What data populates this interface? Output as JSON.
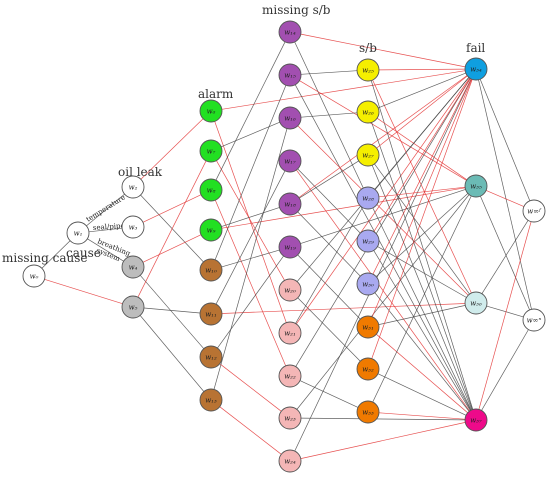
{
  "column_titles": {
    "missing_cause": "missing cause",
    "cause": "cause",
    "oil_leak": "oil leak",
    "alarm": "alarm",
    "missing_sb": "missing s/b",
    "sb": "s/b",
    "fail": "fail"
  },
  "edge_labels": {
    "temperature": "temperature",
    "seal_pipe": "seal/pipe",
    "breathing": "breathing",
    "system": "system"
  },
  "nodes": [
    {
      "id": "w0",
      "label": "w₀",
      "color": "#ffffff"
    },
    {
      "id": "w1",
      "label": "w₁",
      "color": "#ffffff"
    },
    {
      "id": "w2",
      "label": "w₂",
      "color": "#ffffff"
    },
    {
      "id": "w3",
      "label": "w₃",
      "color": "#ffffff"
    },
    {
      "id": "w4",
      "label": "w₄",
      "color": "#bdbdbd"
    },
    {
      "id": "w5",
      "label": "w₅",
      "color": "#bdbdbd"
    },
    {
      "id": "w6",
      "label": "w₆",
      "color": "#22e022"
    },
    {
      "id": "w7",
      "label": "w₇",
      "color": "#22e022"
    },
    {
      "id": "w8",
      "label": "w₈",
      "color": "#22e022"
    },
    {
      "id": "w9",
      "label": "w₉",
      "color": "#22e022"
    },
    {
      "id": "w10",
      "label": "w₁₀",
      "color": "#b87333"
    },
    {
      "id": "w11",
      "label": "w₁₁",
      "color": "#b87333"
    },
    {
      "id": "w12",
      "label": "w₁₂",
      "color": "#b87333"
    },
    {
      "id": "w13",
      "label": "w₁₃",
      "color": "#b87333"
    },
    {
      "id": "w14",
      "label": "w₁₄",
      "color": "#a24fb0"
    },
    {
      "id": "w15",
      "label": "w₁₅",
      "color": "#a24fb0"
    },
    {
      "id": "w16",
      "label": "w₁₆",
      "color": "#a24fb0"
    },
    {
      "id": "w17",
      "label": "w₁₇",
      "color": "#a24fb0"
    },
    {
      "id": "w18",
      "label": "w₁₈",
      "color": "#a24fb0"
    },
    {
      "id": "w19",
      "label": "w₁₉",
      "color": "#a24fb0"
    },
    {
      "id": "w20",
      "label": "w₂₀",
      "color": "#f4b6b6"
    },
    {
      "id": "w21",
      "label": "w₂₁",
      "color": "#f4b6b6"
    },
    {
      "id": "w22",
      "label": "w₂₂",
      "color": "#f4b6b6"
    },
    {
      "id": "w23",
      "label": "w₂₃",
      "color": "#f4b6b6"
    },
    {
      "id": "w24",
      "label": "w₂₄",
      "color": "#f4b6b6"
    },
    {
      "id": "w25",
      "label": "w₂₅",
      "color": "#f5ef00"
    },
    {
      "id": "w26",
      "label": "w₂₆",
      "color": "#f5ef00"
    },
    {
      "id": "w27",
      "label": "w₂₇",
      "color": "#f5ef00"
    },
    {
      "id": "w28",
      "label": "w₂₈",
      "color": "#a9a9f0"
    },
    {
      "id": "w29",
      "label": "w₂₉",
      "color": "#a9a9f0"
    },
    {
      "id": "w30",
      "label": "w₃₀",
      "color": "#a9a9f0"
    },
    {
      "id": "w31",
      "label": "w₃₁",
      "color": "#f07a00"
    },
    {
      "id": "w32",
      "label": "w₃₂",
      "color": "#f07a00"
    },
    {
      "id": "w33",
      "label": "w₃₃",
      "color": "#f07a00"
    },
    {
      "id": "w34",
      "label": "w₃₄",
      "color": "#0f9fe0"
    },
    {
      "id": "w35",
      "label": "w₃₅",
      "color": "#6bbbb5"
    },
    {
      "id": "w36",
      "label": "w₃₆",
      "color": "#d0ecec"
    },
    {
      "id": "w37",
      "label": "w₃₇",
      "color": "#ee0a8a"
    },
    {
      "id": "wf",
      "label": "w∞ᶠ",
      "color": "#ffffff"
    },
    {
      "id": "wn",
      "label": "w∞ⁿ",
      "color": "#ffffff"
    }
  ],
  "edges": [
    {
      "from": "w0",
      "to": "w1",
      "color": "#444444"
    },
    {
      "from": "w0",
      "to": "w5",
      "color": "#e33333"
    },
    {
      "from": "w1",
      "to": "w2",
      "color": "#444444"
    },
    {
      "from": "w1",
      "to": "w3",
      "color": "#444444"
    },
    {
      "from": "w1",
      "to": "w4",
      "color": "#444444"
    },
    {
      "from": "w2",
      "to": "w6",
      "color": "#e33333"
    },
    {
      "from": "w2",
      "to": "w10",
      "color": "#444444"
    },
    {
      "from": "w3",
      "to": "w8",
      "color": "#e33333"
    },
    {
      "from": "w4",
      "to": "w9",
      "color": "#e33333"
    },
    {
      "from": "w4",
      "to": "w12",
      "color": "#444444"
    },
    {
      "from": "w5",
      "to": "w11",
      "color": "#444444"
    },
    {
      "from": "w5",
      "to": "w7",
      "color": "#e33333"
    },
    {
      "from": "w5",
      "to": "w13",
      "color": "#444444"
    },
    {
      "from": "w6",
      "to": "w34",
      "color": "#e33333"
    },
    {
      "from": "w6",
      "to": "w21",
      "color": "#e33333"
    },
    {
      "from": "w7",
      "to": "w16",
      "color": "#444444"
    },
    {
      "from": "w7",
      "to": "w20",
      "color": "#e33333"
    },
    {
      "from": "w8",
      "to": "w14",
      "color": "#444444"
    },
    {
      "from": "w8",
      "to": "w22",
      "color": "#e33333"
    },
    {
      "from": "w9",
      "to": "w18",
      "color": "#444444"
    },
    {
      "from": "w9",
      "to": "w35",
      "color": "#e33333"
    },
    {
      "from": "w10",
      "to": "w15",
      "color": "#444444"
    },
    {
      "from": "w10",
      "to": "w19",
      "color": "#444444"
    },
    {
      "from": "w11",
      "to": "w17",
      "color": "#444444"
    },
    {
      "from": "w11",
      "to": "w36",
      "color": "#e33333"
    },
    {
      "from": "w12",
      "to": "w23",
      "color": "#e33333"
    },
    {
      "from": "w12",
      "to": "w19",
      "color": "#444444"
    },
    {
      "from": "w13",
      "to": "w24",
      "color": "#e33333"
    },
    {
      "from": "w13",
      "to": "w16",
      "color": "#444444"
    },
    {
      "from": "w14",
      "to": "w34",
      "color": "#e33333"
    },
    {
      "from": "w14",
      "to": "w28",
      "color": "#444444"
    },
    {
      "from": "w15",
      "to": "w25",
      "color": "#444444"
    },
    {
      "from": "w15",
      "to": "w35",
      "color": "#e33333"
    },
    {
      "from": "w15",
      "to": "w37",
      "color": "#444444"
    },
    {
      "from": "w16",
      "to": "w26",
      "color": "#444444"
    },
    {
      "from": "w16",
      "to": "w36",
      "color": "#e33333"
    },
    {
      "from": "w17",
      "to": "w29",
      "color": "#444444"
    },
    {
      "from": "w17",
      "to": "w37",
      "color": "#e33333"
    },
    {
      "from": "w18",
      "to": "w27",
      "color": "#444444"
    },
    {
      "from": "w18",
      "to": "w30",
      "color": "#444444"
    },
    {
      "from": "w18",
      "to": "w34",
      "color": "#e33333"
    },
    {
      "from": "w19",
      "to": "w31",
      "color": "#444444"
    },
    {
      "from": "w19",
      "to": "w35",
      "color": "#444444"
    },
    {
      "from": "w20",
      "to": "w34",
      "color": "#444444"
    },
    {
      "from": "w20",
      "to": "w32",
      "color": "#444444"
    },
    {
      "from": "w21",
      "to": "w34",
      "color": "#e33333"
    },
    {
      "from": "w21",
      "to": "w28",
      "color": "#444444"
    },
    {
      "from": "w22",
      "to": "w34",
      "color": "#444444"
    },
    {
      "from": "w22",
      "to": "w33",
      "color": "#444444"
    },
    {
      "from": "w23",
      "to": "w35",
      "color": "#444444"
    },
    {
      "from": "w23",
      "to": "w37",
      "color": "#444444"
    },
    {
      "from": "w24",
      "to": "w34",
      "color": "#444444"
    },
    {
      "from": "w24",
      "to": "w37",
      "color": "#e33333"
    },
    {
      "from": "w25",
      "to": "w34",
      "color": "#e33333"
    },
    {
      "from": "w25",
      "to": "w36",
      "color": "#e33333"
    },
    {
      "from": "w25",
      "to": "w37",
      "color": "#444444"
    },
    {
      "from": "w26",
      "to": "w34",
      "color": "#444444"
    },
    {
      "from": "w26",
      "to": "w35",
      "color": "#e33333"
    },
    {
      "from": "w26",
      "to": "w37",
      "color": "#444444"
    },
    {
      "from": "w27",
      "to": "w34",
      "color": "#e33333"
    },
    {
      "from": "w27",
      "to": "w36",
      "color": "#444444"
    },
    {
      "from": "w27",
      "to": "w37",
      "color": "#444444"
    },
    {
      "from": "w28",
      "to": "w34",
      "color": "#444444"
    },
    {
      "from": "w28",
      "to": "w35",
      "color": "#e33333"
    },
    {
      "from": "w28",
      "to": "w37",
      "color": "#444444"
    },
    {
      "from": "w29",
      "to": "w36",
      "color": "#444444"
    },
    {
      "from": "w29",
      "to": "w37",
      "color": "#444444"
    },
    {
      "from": "w29",
      "to": "w34",
      "color": "#e33333"
    },
    {
      "from": "w30",
      "to": "w35",
      "color": "#444444"
    },
    {
      "from": "w30",
      "to": "w37",
      "color": "#444444"
    },
    {
      "from": "w30",
      "to": "w34",
      "color": "#e33333"
    },
    {
      "from": "w31",
      "to": "w34",
      "color": "#e33333"
    },
    {
      "from": "w31",
      "to": "w36",
      "color": "#444444"
    },
    {
      "from": "w31",
      "to": "w37",
      "color": "#e33333"
    },
    {
      "from": "w32",
      "to": "w34",
      "color": "#e33333"
    },
    {
      "from": "w32",
      "to": "w37",
      "color": "#444444"
    },
    {
      "from": "w33",
      "to": "w37",
      "color": "#e33333"
    },
    {
      "from": "w33",
      "to": "w35",
      "color": "#444444"
    },
    {
      "from": "w34",
      "to": "wf",
      "color": "#444444"
    },
    {
      "from": "w34",
      "to": "wn",
      "color": "#444444"
    },
    {
      "from": "w35",
      "to": "wf",
      "color": "#e33333"
    },
    {
      "from": "w35",
      "to": "wn",
      "color": "#444444"
    },
    {
      "from": "w36",
      "to": "wf",
      "color": "#444444"
    },
    {
      "from": "w36",
      "to": "wn",
      "color": "#444444"
    },
    {
      "from": "w37",
      "to": "wf",
      "color": "#e33333"
    },
    {
      "from": "w37",
      "to": "wn",
      "color": "#444444"
    }
  ]
}
